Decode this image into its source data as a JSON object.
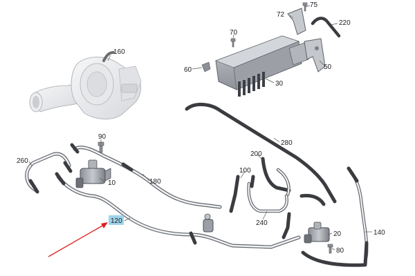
{
  "diagram": {
    "highlight_color": "#9fd3ea",
    "arrow_color": "#e0201e",
    "parts": [
      {
        "id": "p10",
        "label": "10"
      },
      {
        "id": "p20",
        "label": "20"
      },
      {
        "id": "p30",
        "label": "30"
      },
      {
        "id": "p50",
        "label": "50"
      },
      {
        "id": "p60",
        "label": "60"
      },
      {
        "id": "p70",
        "label": "70"
      },
      {
        "id": "p72",
        "label": "72"
      },
      {
        "id": "p75",
        "label": "75"
      },
      {
        "id": "p80",
        "label": "80"
      },
      {
        "id": "p90",
        "label": "90"
      },
      {
        "id": "p100",
        "label": "100"
      },
      {
        "id": "p120",
        "label": "120",
        "highlighted": true
      },
      {
        "id": "p140",
        "label": "140"
      },
      {
        "id": "p160",
        "label": "160"
      },
      {
        "id": "p180",
        "label": "180"
      },
      {
        "id": "p200",
        "label": "200"
      },
      {
        "id": "p220",
        "label": "220"
      },
      {
        "id": "p240",
        "label": "240"
      },
      {
        "id": "p260",
        "label": "260"
      },
      {
        "id": "p280",
        "label": "280"
      }
    ]
  }
}
